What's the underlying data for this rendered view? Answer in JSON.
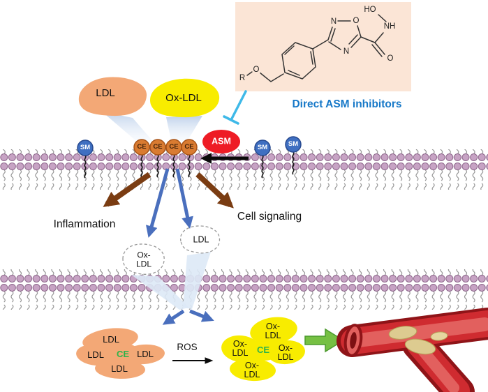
{
  "colors": {
    "caption_blue": "#1678c8",
    "inhibition_line": "#3fb9e8",
    "asm_red": "#ee1c25",
    "sm_blue": "#3f6fc1",
    "ce_orange": "#d97b31",
    "ldl_orange": "#f3a876",
    "oxldl_yellow": "#f8ec00",
    "membrane_head_purple": "#c7a3c4",
    "arrow_blue": "#4a6fbd",
    "arrow_brown": "#7a3c12",
    "arrow_green": "#76c043",
    "ce_green_text": "#2eb34a",
    "structure_box_bg": "#fbe5d6"
  },
  "inhibitor_panel": {
    "caption": "Direct ASM inhibitors",
    "atoms": {
      "r": "R",
      "ether_o": "O",
      "ring_n_top": "N",
      "ring_o": "O",
      "ring_n_bottom": "N",
      "amide_nh": "NH",
      "hydroxyl": "HO",
      "carbonyl_o": "O"
    }
  },
  "membrane_zone": {
    "ldl": "LDL",
    "oxldl": "Ox-LDL",
    "asm": "ASM",
    "sm": "SM",
    "ce": "CE"
  },
  "signaling": {
    "inflammation": "Inflammation",
    "cell_signaling": "Cell signaling"
  },
  "internalized": {
    "oxldl_line1": "Ox-",
    "oxldl_line2": "LDL",
    "ldl": "LDL"
  },
  "aggregation": {
    "ros": "ROS",
    "ldl_cluster": {
      "top": "LDL",
      "left": "LDL",
      "ce": "CE",
      "right": "LDL",
      "bottom": "LDL"
    },
    "oxldl_cluster": {
      "ce": "CE",
      "top": {
        "l1": "Ox-",
        "l2": "LDL"
      },
      "left": {
        "l1": "Ox-",
        "l2": "LDL"
      },
      "right": {
        "l1": "Ox-",
        "l2": "LDL"
      },
      "bottom": {
        "l1": "Ox-",
        "l2": "LDL"
      }
    }
  }
}
